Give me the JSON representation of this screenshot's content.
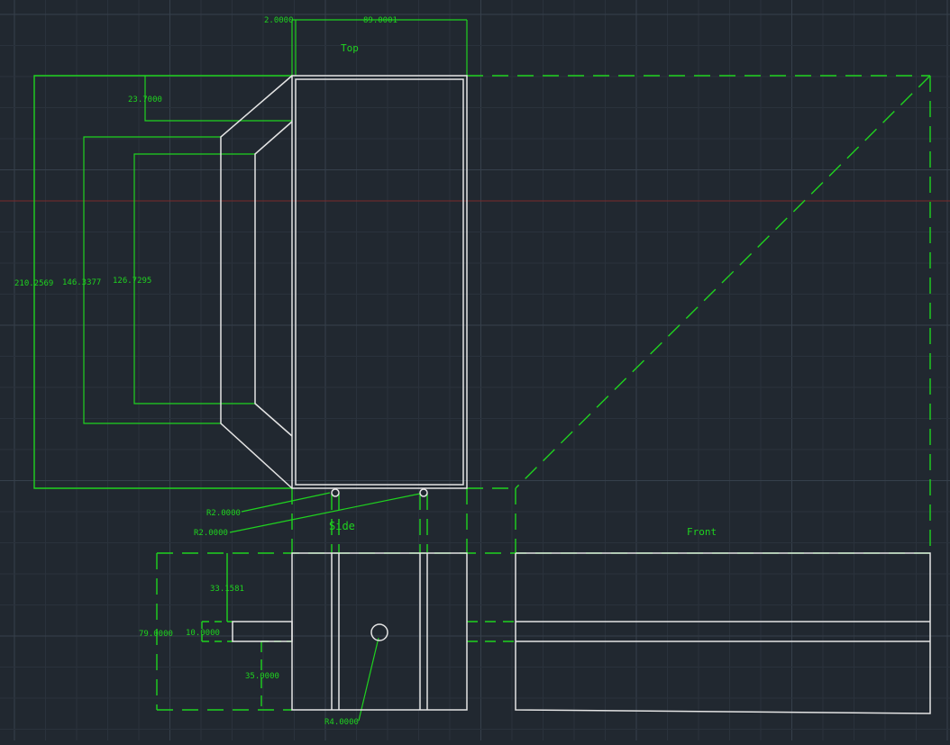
{
  "colors": {
    "background": "#212830",
    "grid_minor": "#2a323c",
    "grid_major": "#36404b",
    "axis_line": "#7a2a2a",
    "geometry": "#e4e4e4",
    "annotation": "#1fd31f"
  },
  "view_labels": {
    "top": "Top",
    "side": "Side",
    "front": "Front"
  },
  "dimensions": {
    "top_offset": "2.0000",
    "top_width": "89.0001",
    "chamfer_depth": "23.7000",
    "overall_height": "210.2569",
    "outer_funnel_height": "146.3377",
    "inner_funnel_height": "126.7295",
    "radius_left": "R2.0000",
    "radius_right": "R2.0000",
    "slot_offset": "33.1581",
    "side_height": "79.0000",
    "slot_thickness": "10.0000",
    "slot_base": "35.0000",
    "hole_radius": "R4.0000"
  }
}
